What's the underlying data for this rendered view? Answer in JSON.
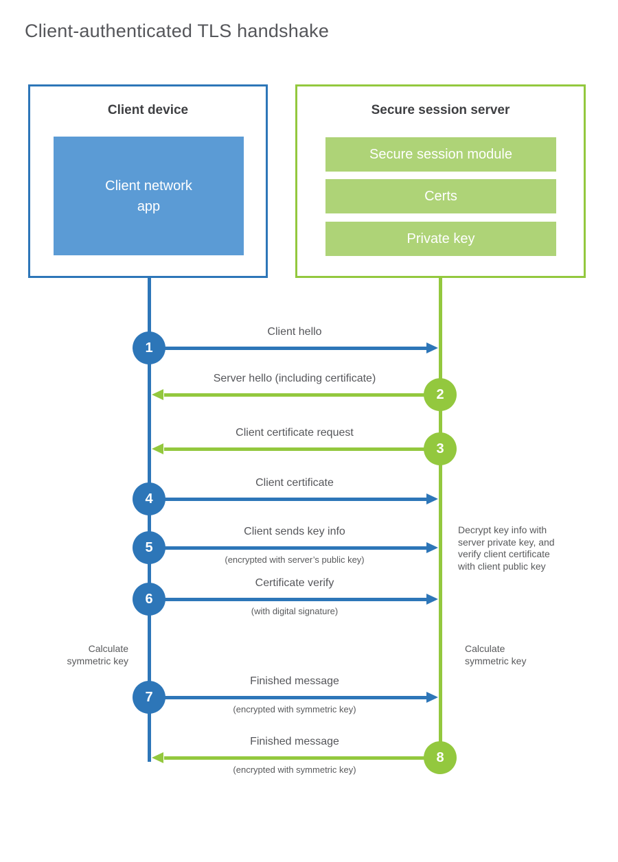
{
  "title": "Client-authenticated TLS handshake",
  "colors": {
    "blue": "#2d76b8",
    "blue_fill": "#5b9bd5",
    "green": "#93c83e",
    "green_fill": "#aed377",
    "label_gray": "#55565a",
    "header_dark": "#3e3f42"
  },
  "client": {
    "header": "Client device",
    "app_lines": [
      "Client network",
      "app"
    ]
  },
  "server": {
    "header": "Secure session server",
    "modules": [
      "Secure session module",
      "Certs",
      "Private key"
    ]
  },
  "messages": [
    {
      "num": "1",
      "label": "Client hello",
      "sublabel": "",
      "from": "client",
      "direction": "right"
    },
    {
      "num": "2",
      "label": "Server hello (including certificate)",
      "sublabel": "",
      "from": "server",
      "direction": "left"
    },
    {
      "num": "3",
      "label": "Client certificate request",
      "sublabel": "",
      "from": "server",
      "direction": "left"
    },
    {
      "num": "4",
      "label": "Client certificate",
      "sublabel": "",
      "from": "client",
      "direction": "right"
    },
    {
      "num": "5",
      "label": "Client sends key info",
      "sublabel": "(encrypted with server’s public key)",
      "from": "client",
      "direction": "right"
    },
    {
      "num": "6",
      "label": "Certificate verify",
      "sublabel": "(with digital signature)",
      "from": "client",
      "direction": "right"
    },
    {
      "num": "7",
      "label": "Finished message",
      "sublabel": "(encrypted with symmetric key)",
      "from": "client",
      "direction": "right"
    },
    {
      "num": "8",
      "label": "Finished message",
      "sublabel": "(encrypted with symmetric key)",
      "from": "server",
      "direction": "left"
    }
  ],
  "notes": {
    "decrypt_lines": [
      "Decrypt key info with",
      "server private key, and",
      "verify client certificate",
      "with client public key"
    ],
    "calc_left_lines": [
      "Calculate",
      "symmetric key"
    ],
    "calc_right_lines": [
      "Calculate",
      "symmetric key"
    ]
  }
}
